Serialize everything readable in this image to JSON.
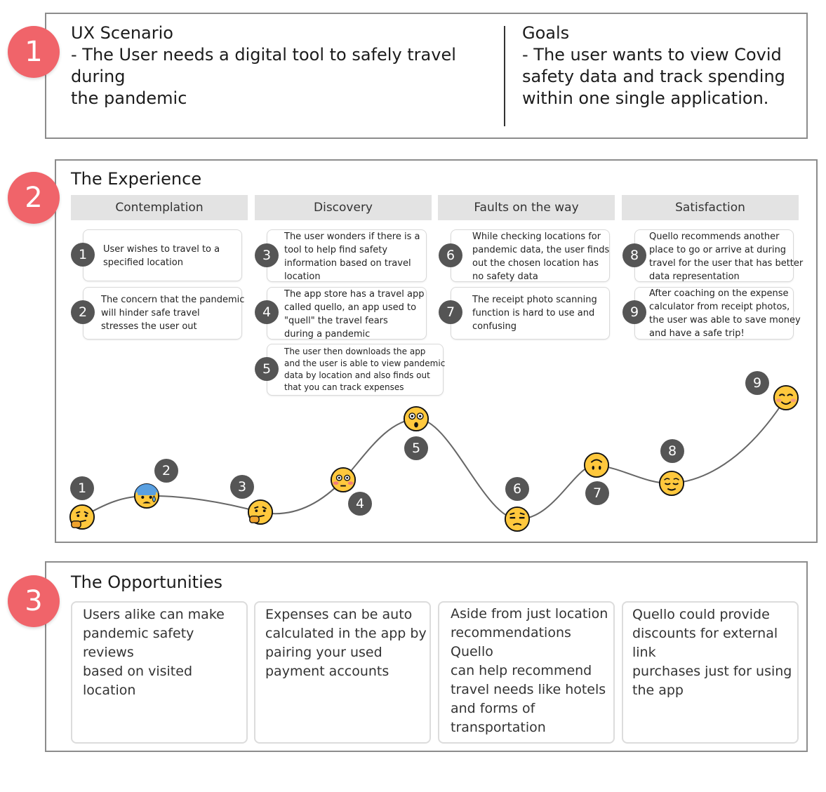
{
  "section1": {
    "number": "1",
    "scenario": "UX Scenario\n- The User needs a digital tool to safely travel during\nthe pandemic",
    "goals": "Goals\n- The user wants to view Covid\nsafety data and track spending\nwithin one single application."
  },
  "section2": {
    "number": "2",
    "title": "The Experience",
    "stages": [
      "Contemplation",
      "Discovery",
      "Faults on the way",
      "Satisfaction"
    ],
    "steps": [
      {
        "num": "1",
        "text": "User wishes to travel to a\nspecified location"
      },
      {
        "num": "2",
        "text": "The concern that the pandemic\nwill hinder safe travel\nstresses the user out"
      },
      {
        "num": "3",
        "text": "The user wonders if there is a\ntool to help find safety\ninformation based on travel\nlocation"
      },
      {
        "num": "4",
        "text": "The app store has a travel app\n called quello, an app used to\n\"quell\" the travel fears\nduring a pandemic"
      },
      {
        "num": "5",
        "text": "The user then downloads the app\nand the user is able to view pandemic\ndata by location and also finds out\nthat you can track expenses"
      },
      {
        "num": "6",
        "text": "While checking locations for\npandemic data, the user finds\nout the chosen location has\nno safety data"
      },
      {
        "num": "7",
        "text": "The receipt photo scanning\nfunction is hard to use and\nconfusing"
      },
      {
        "num": "8",
        "text": "Quello recommends another\nplace to go or arrive at during\ntravel for the user that has better\ndata representation"
      },
      {
        "num": "9",
        "text": "After coaching on the expense\ncalculator from receipt photos,\nthe user was able to save money\nand have a safe trip!"
      }
    ],
    "journey": [
      {
        "label": "1",
        "emotion": "thinking-face-icon"
      },
      {
        "label": "2",
        "emotion": "anxious-sweat-face-icon"
      },
      {
        "label": "3",
        "emotion": "thinking-face-icon"
      },
      {
        "label": "4",
        "emotion": "flushed-face-icon"
      },
      {
        "label": "5",
        "emotion": "astonished-face-icon"
      },
      {
        "label": "6",
        "emotion": "unamused-face-icon"
      },
      {
        "label": "7",
        "emotion": "upside-down-face-icon"
      },
      {
        "label": "8",
        "emotion": "relieved-face-icon"
      },
      {
        "label": "9",
        "emotion": "smiling-face-icon"
      }
    ]
  },
  "section3": {
    "number": "3",
    "title": "The Opportunities",
    "items": [
      "Users alike can make\npandemic safety reviews\nbased on visited location",
      "Expenses can be auto\ncalculated in the app by\npairing your used\npayment accounts",
      "Aside from just location\nrecommendations Quello\ncan help recommend\ntravel needs like hotels\nand forms of\ntransportation",
      "Quello could provide\ndiscounts for external link\npurchases just for using\nthe app"
    ]
  },
  "colors": {
    "section_badge": "#f0646a",
    "step_badge": "#555555",
    "stage_header": "#e3e3e3",
    "emoji_face": "#ffc83d",
    "curve": "#666666"
  }
}
